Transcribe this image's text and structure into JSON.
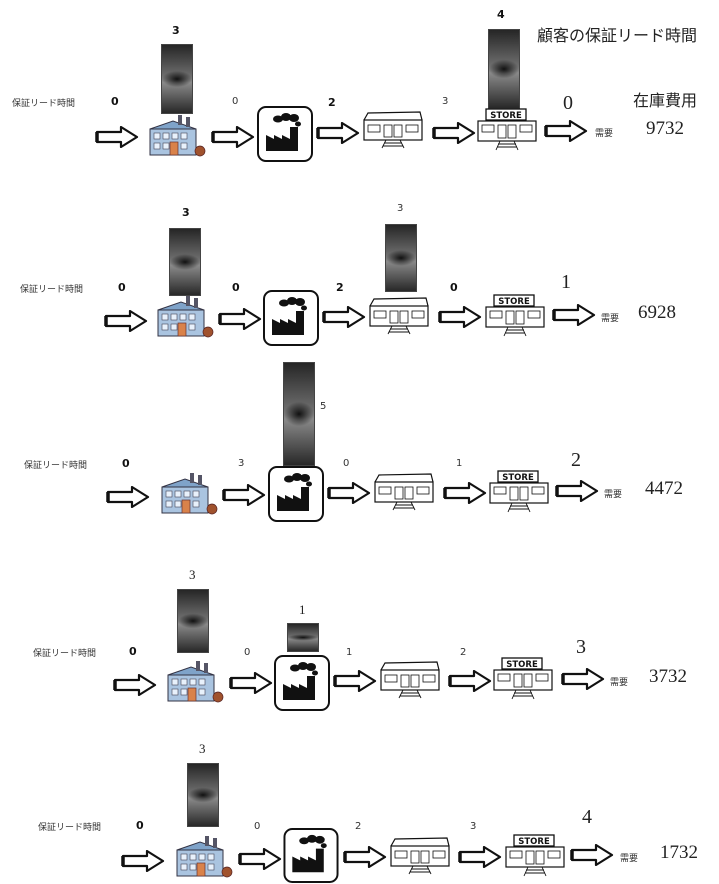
{
  "header": {
    "customer_lead_time_label": "顧客の保証リード時間",
    "inventory_cost_label": "在庫費用"
  },
  "stage_labels": {
    "guarantee_lead_time": "保証リード時間",
    "demand": "需要"
  },
  "scenarios": [
    {
      "start_lt": "0",
      "fac_lt": "0",
      "plant_lt": "2",
      "wh_lt": "3",
      "supplier_bar": "3",
      "store_bar": "4",
      "customer_lt": "0",
      "cost": "9732"
    },
    {
      "start_lt": "0",
      "fac_lt": "0",
      "plant_lt": "2",
      "wh_lt": "0",
      "supplier_bar": "3",
      "wh_bar": "3",
      "customer_lt": "1",
      "cost": "6928"
    },
    {
      "start_lt": "0",
      "fac_lt": "3",
      "plant_lt": "0",
      "wh_lt": "1",
      "plant_bar": "5",
      "customer_lt": "2",
      "cost": "4472"
    },
    {
      "start_lt": "0",
      "fac_lt": "0",
      "plant_lt": "1",
      "wh_lt": "2",
      "supplier_bar": "3",
      "plant_bar": "1",
      "customer_lt": "3",
      "cost": "3732"
    },
    {
      "start_lt": "0",
      "fac_lt": "0",
      "plant_lt": "2",
      "wh_lt": "3",
      "supplier_bar": "3",
      "customer_lt": "4",
      "cost": "1732"
    }
  ]
}
